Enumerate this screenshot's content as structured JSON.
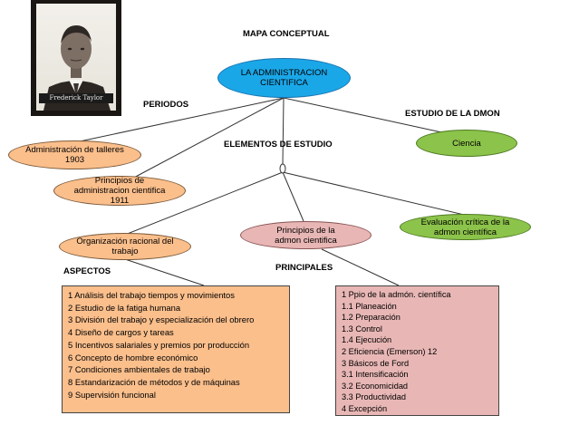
{
  "photo": {
    "caption": "Frederick Taylor"
  },
  "title": "MAPA CONCEPTUAL",
  "labels": {
    "periodos": "PERIODOS",
    "estudio_dmon": "ESTUDIO DE LA DMON",
    "elementos": "ELEMENTOS DE ESTUDIO",
    "aspectos": "ASPECTOS",
    "principales": "PRINCIPALES"
  },
  "nodes": {
    "root": "LA ADMINISTRACION CIENTIFICA",
    "talleres": "Administración de talleres 1903",
    "principios_admin": "Principios de administracion cientifica 1911",
    "ciencia": "Ciencia",
    "organizacion": "Organización racional del trabajo",
    "principios_admon": "Principios de la admon cientifica",
    "evaluacion": "Evaluación crítica de la admon científica"
  },
  "aspectos_list": [
    "1 Análisis del trabajo tiempos y movimientos",
    "2 Estudio de la fatiga humana",
    "3 División del trabajo y especialización del obrero",
    "4 Diseño de cargos y tareas",
    "5 Incentivos salariales y premios por producción",
    "6 Concepto de hombre económico",
    "7 Condiciones ambientales de trabajo",
    "8 Estandarización de métodos y de máquinas",
    "9 Supervisión funcional"
  ],
  "principales_list": [
    "1 Ppio de la admón. científica",
    "1.1 Planeación",
    "1.2 Preparación",
    "1.3 Control",
    "1.4 Ejecución",
    "2 Eficiencia (Emerson)  12",
    "3 Básicos de Ford",
    "3.1 Intensificación",
    "3.2 Economicidad",
    "3.3 Productividad",
    "4 Excepción"
  ],
  "colors": {
    "root": "#1aa7e8",
    "periods": "#fbbf8c",
    "science": "#8cc34a",
    "principles": "#e8b7b5",
    "lines": "#333333"
  }
}
